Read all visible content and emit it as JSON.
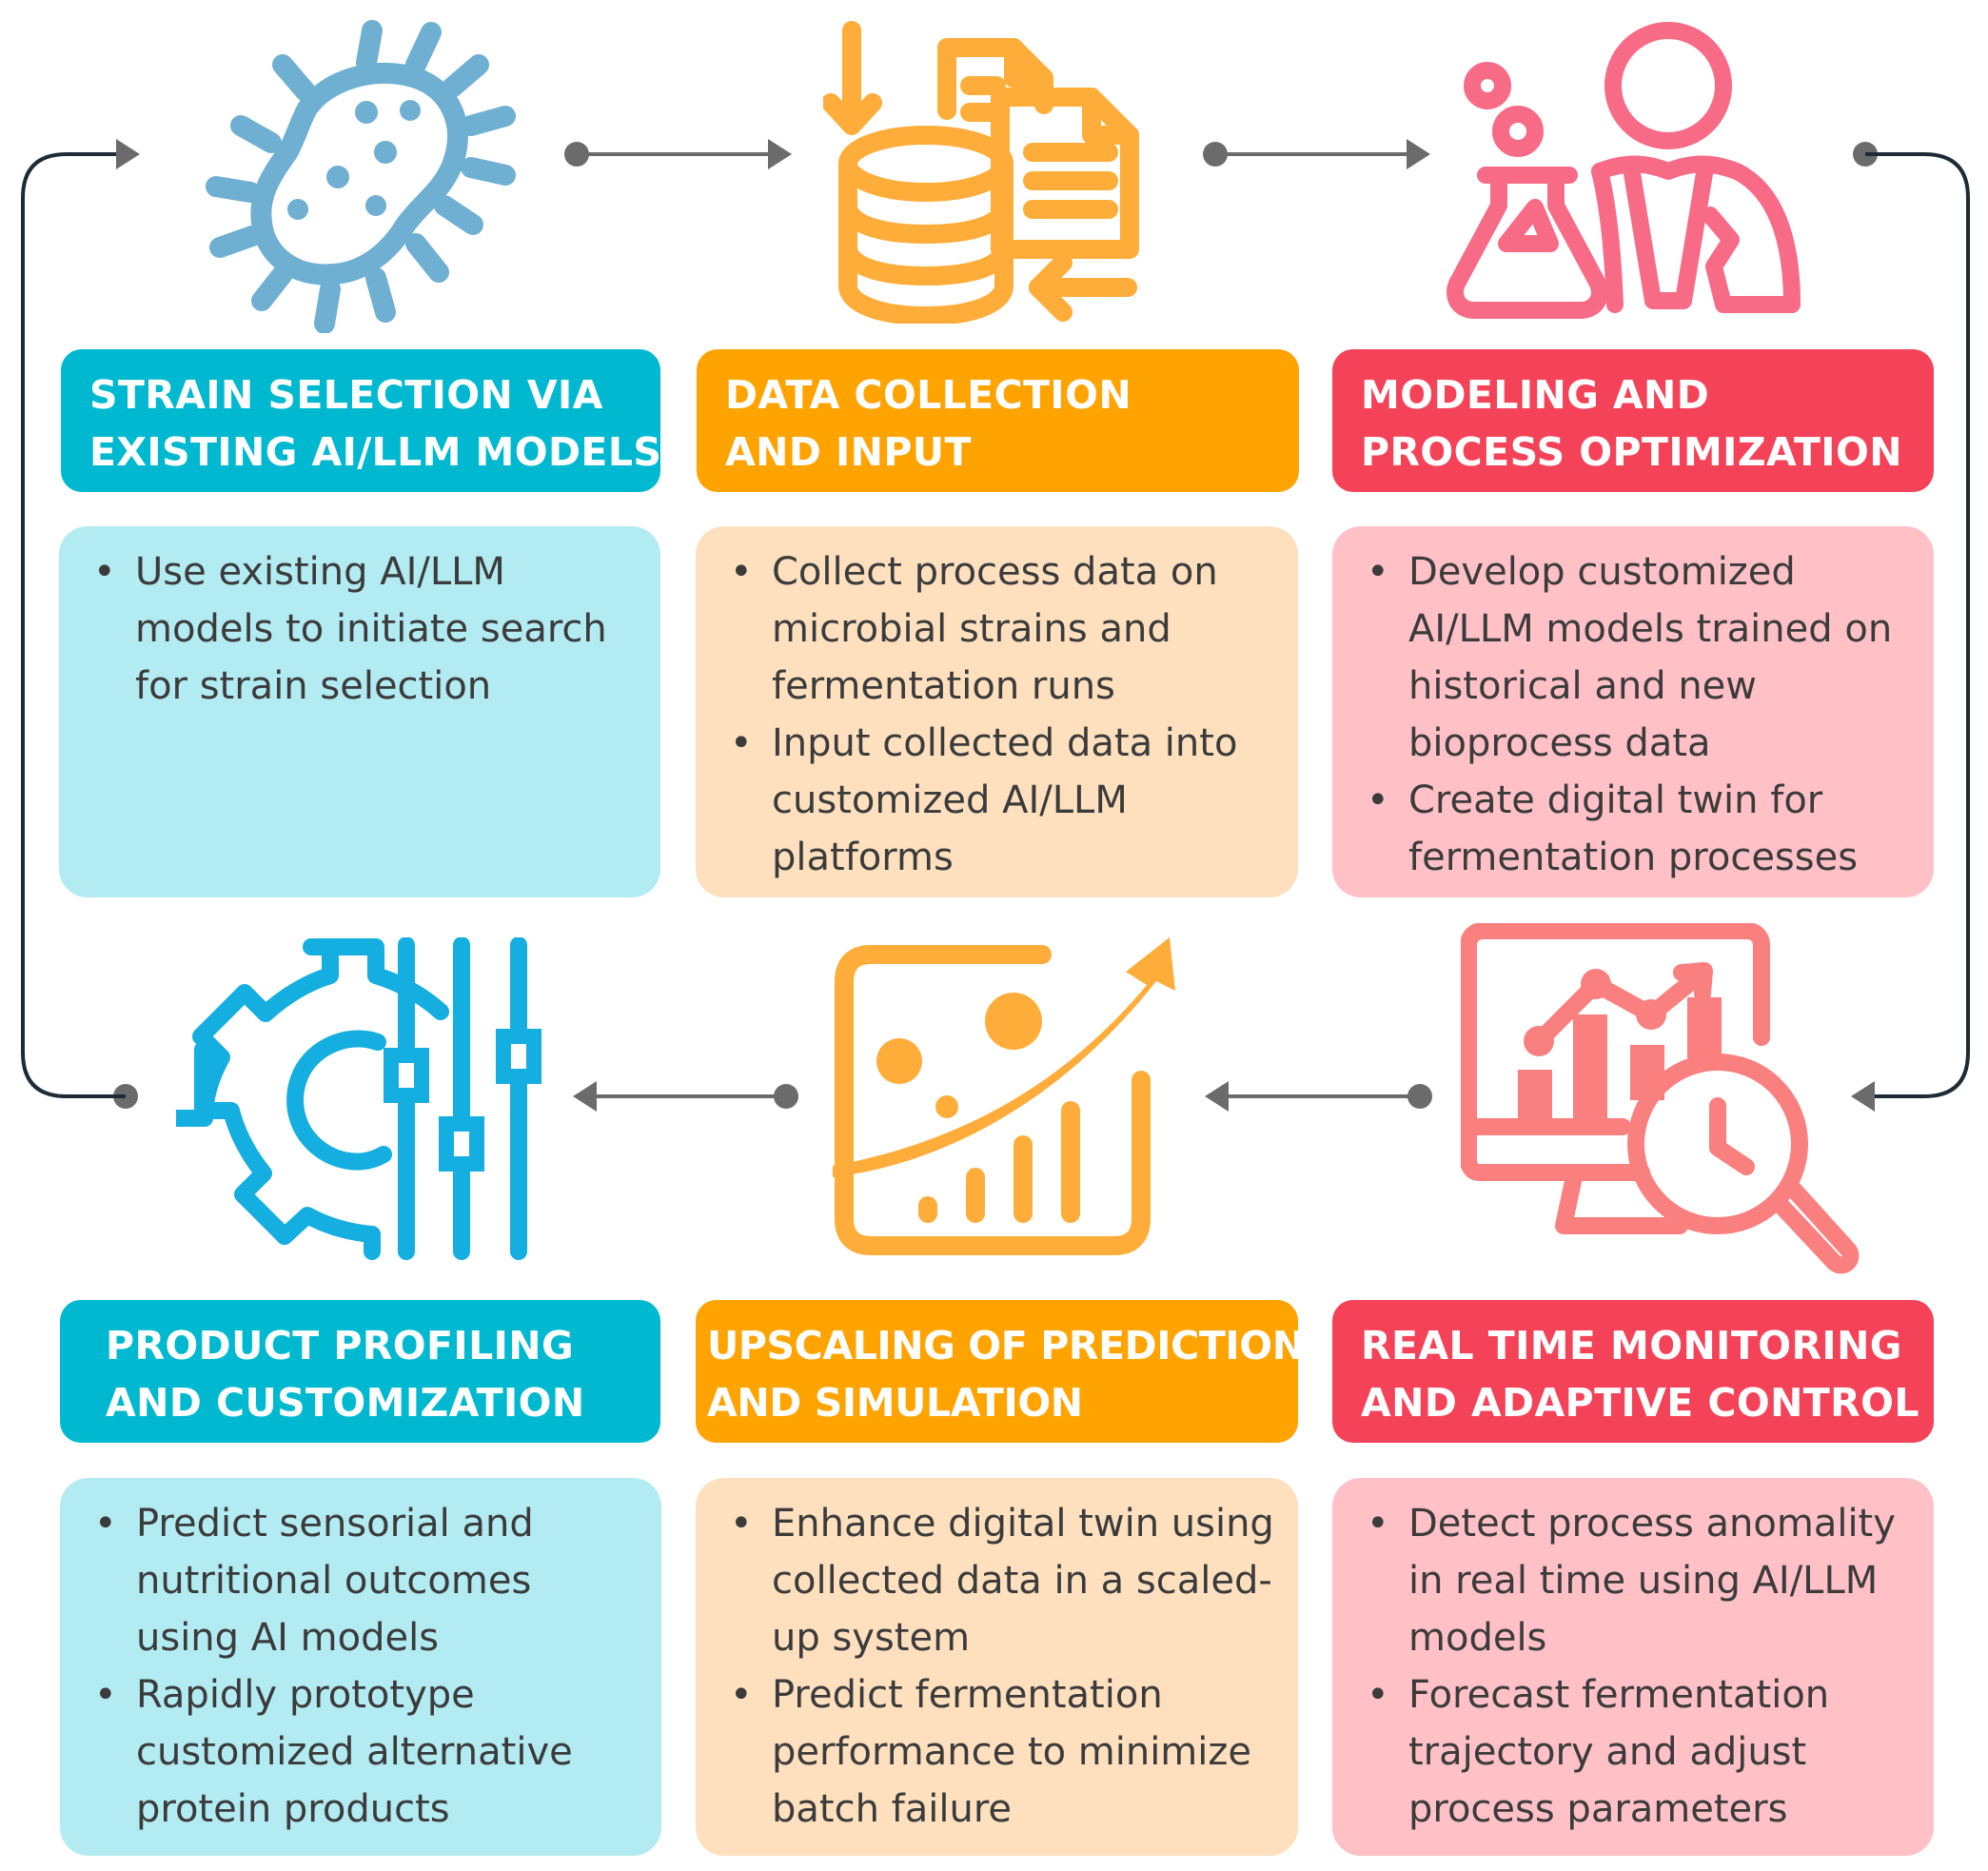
{
  "stages": [
    {
      "id": "strain",
      "title_line1": "STRAIN SELECTION VIA",
      "title_line2": "EXISTING AI/LLM MODELS",
      "bullets": [
        "Use existing AI/LLM models to initiate search for strain selection"
      ],
      "header_color": "#00b9d0",
      "body_color": "#b2ebf2",
      "icon": "bacterium-icon",
      "icon_color": "#6fb0d2"
    },
    {
      "id": "data",
      "title_line1": "DATA COLLECTION",
      "title_line2": "AND INPUT",
      "bullets": [
        "Collect process data  on microbial strains and fermentation runs",
        "Input collected data into customized AI/LLM platforms"
      ],
      "header_color": "#ffa300",
      "body_color": "#fee0be",
      "icon": "database-documents-icon",
      "icon_color": "#ffad3a"
    },
    {
      "id": "modeling",
      "title_line1": "MODELING AND",
      "title_line2": "PROCESS OPTIMIZATION",
      "bullets": [
        "Develop customized AI/LLM models trained on historical and new bioprocess data",
        "Create digital twin for fermentation processes"
      ],
      "header_color": "#f44358",
      "body_color": "#ffc0c6",
      "icon": "scientist-flask-icon",
      "icon_color": "#f86b86"
    },
    {
      "id": "monitoring",
      "title_line1": "REAL TIME MONITORING",
      "title_line2": "AND ADAPTIVE CONTROL",
      "bullets": [
        "Detect process anomality in real time using AI/LLM models",
        "Forecast fermentation trajectory and adjust process parameters"
      ],
      "header_color": "#f44358",
      "body_color": "#ffc0c6",
      "icon": "monitor-analytics-icon",
      "icon_color": "#fa7f7f"
    },
    {
      "id": "upscaling",
      "title_line1": "UPSCALING OF PREDICTION",
      "title_line2": "AND SIMULATION",
      "bullets": [
        "Enhance digital twin using collected data in a scaled-up system",
        "Predict fermentation performance to minimize batch failure"
      ],
      "header_color": "#ffa300",
      "body_color": "#fee0be",
      "icon": "growth-chart-icon",
      "icon_color": "#ffad3a"
    },
    {
      "id": "profiling",
      "title_line1": "PRODUCT PROFILING",
      "title_line2": "AND CUSTOMIZATION",
      "bullets": [
        "Predict sensorial and nutritional outcomes using AI models",
        "Rapidly prototype customized alternative protein products"
      ],
      "header_color": "#00b9d0",
      "body_color": "#b2ebf2",
      "icon": "gear-sliders-icon",
      "icon_color": "#15aee0"
    }
  ],
  "connector_color": "#5b5b5b",
  "loop_color": "#1c2b36"
}
